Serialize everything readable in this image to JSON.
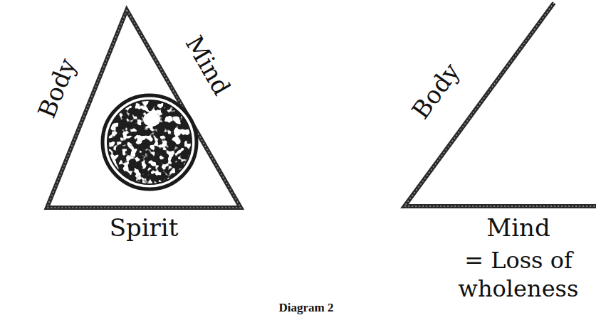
{
  "diagram": {
    "caption": "Diagram 2",
    "labels": [
      "Body",
      "Mind",
      "Spirit",
      "Body",
      "Mind",
      "= Loss of wholeness"
    ]
  }
}
